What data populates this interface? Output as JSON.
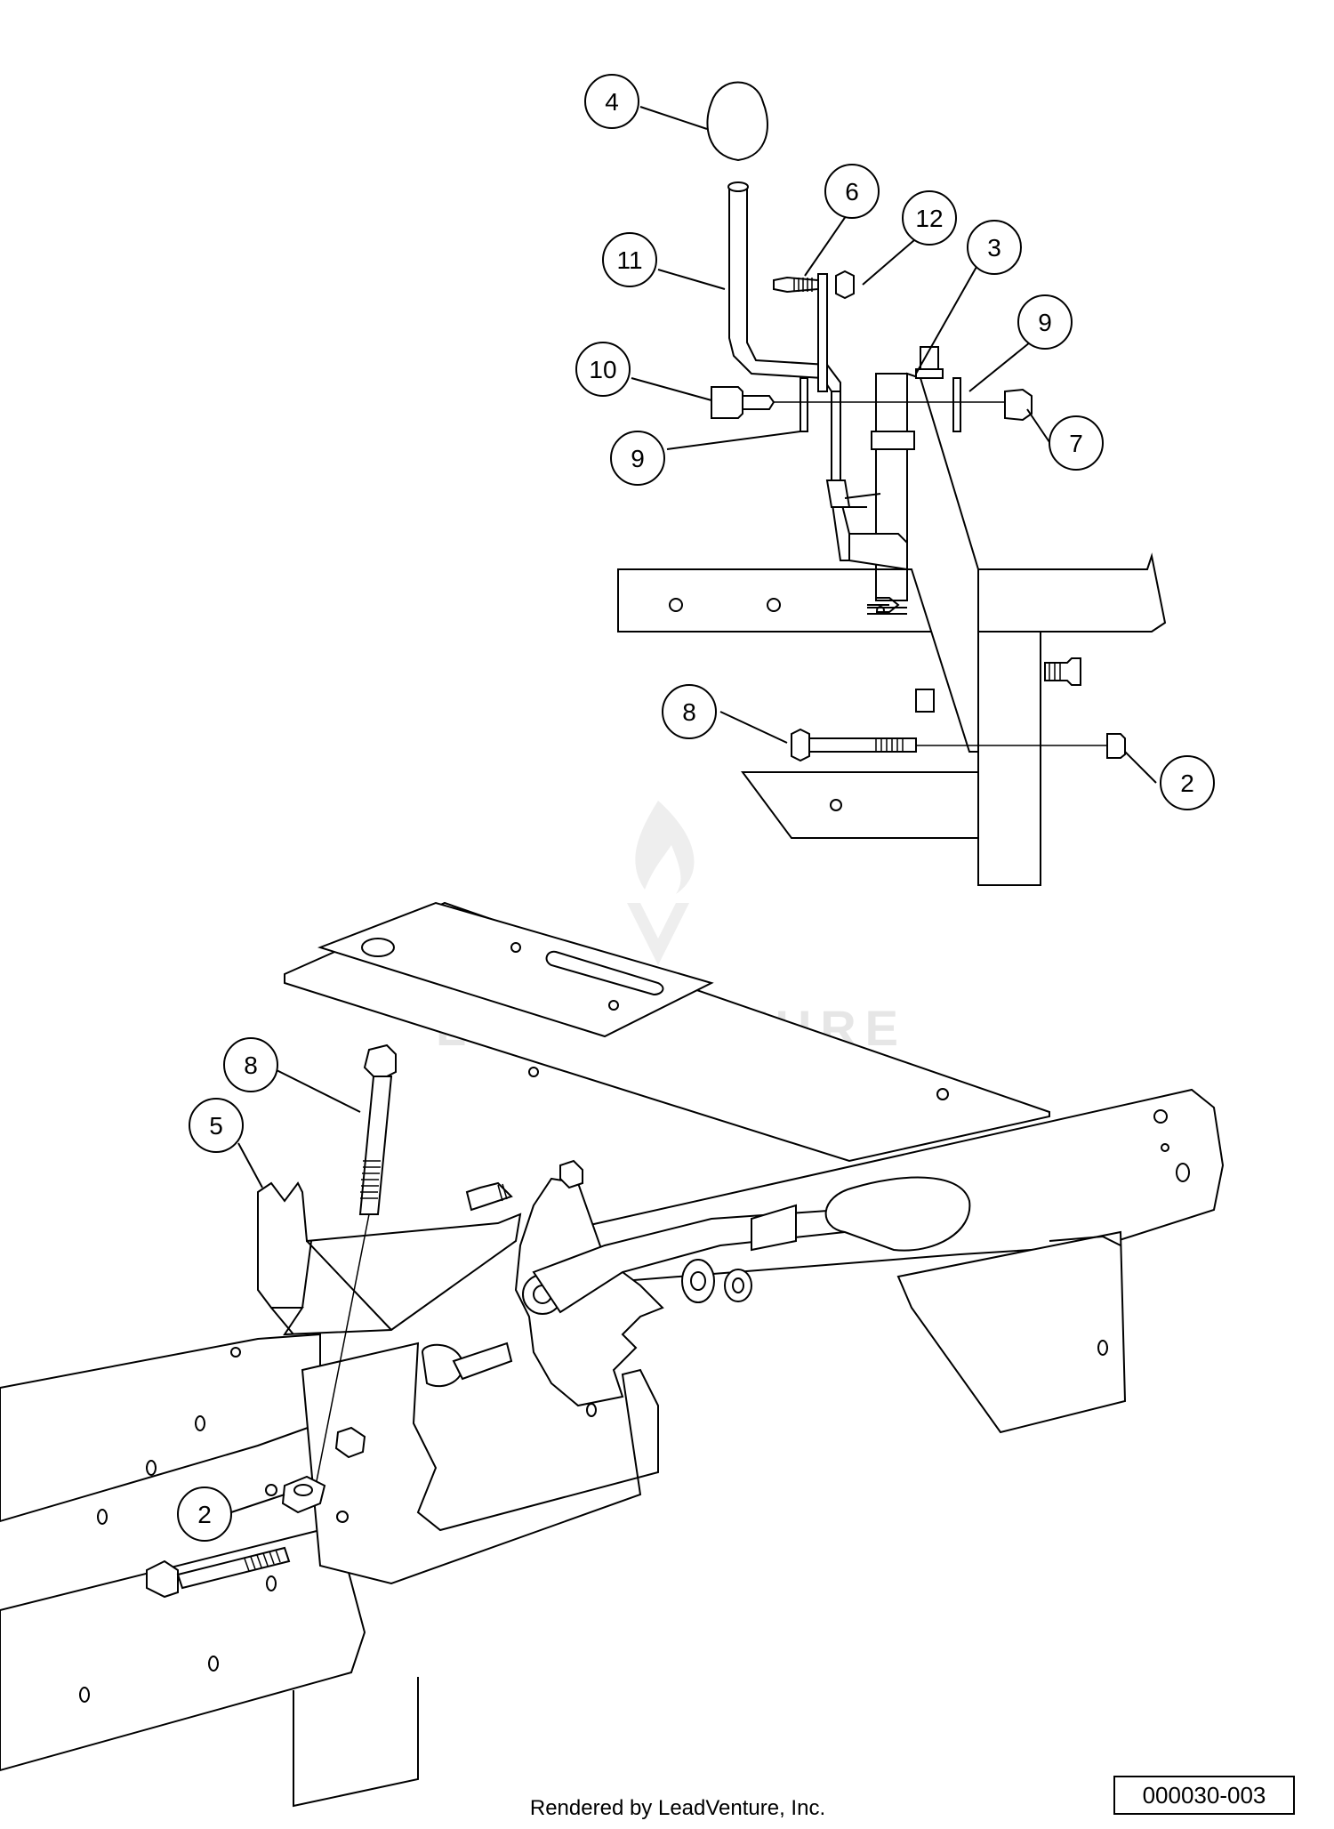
{
  "callouts": [
    {
      "label": "4"
    },
    {
      "label": "6"
    },
    {
      "label": "12"
    },
    {
      "label": "3"
    },
    {
      "label": "11"
    },
    {
      "label": "9"
    },
    {
      "label": "10"
    },
    {
      "label": "9"
    },
    {
      "label": "7"
    },
    {
      "label": "8"
    },
    {
      "label": "2"
    },
    {
      "label": "8"
    },
    {
      "label": "5"
    },
    {
      "label": "2"
    }
  ],
  "footer": {
    "rendered_by": "Rendered by LeadVenture, Inc."
  },
  "diagram_id": "000030-003",
  "watermark": {
    "text": "LEADVENTURE"
  }
}
